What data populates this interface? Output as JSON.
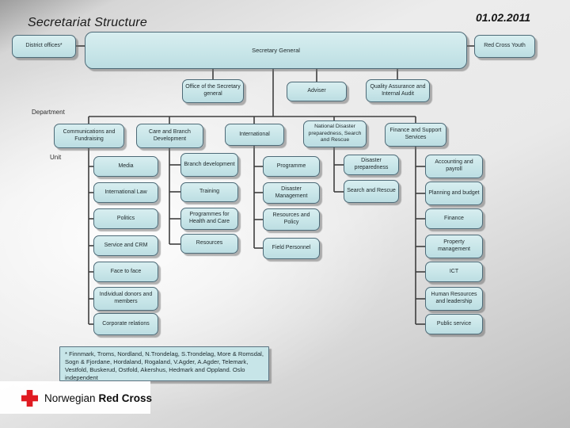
{
  "slide": {
    "title": "Secretariat Structure",
    "date": "01.02.2011"
  },
  "org": {
    "district_offices": "District offices*",
    "secretary_general": "Secretary General",
    "red_cross_youth": "Red Cross Youth",
    "office_of_sg": "Office of the Secretary general",
    "adviser": "Adviser",
    "quality_audit": "Quality Assurance and Internal Audit"
  },
  "row_labels": {
    "department": "Department",
    "unit": "Unit"
  },
  "departments": [
    {
      "name": "Communications and Fundraising",
      "units": [
        "Media",
        "International Law",
        "Politics",
        "Service and CRM",
        "Face to face",
        "Individual donors and members",
        "Corporate relations"
      ]
    },
    {
      "name": "Care and Branch Development",
      "units": [
        "Branch development",
        "Training",
        "Programmes for Health and Care",
        "Resources"
      ]
    },
    {
      "name": "International",
      "units": [
        "Programme",
        "Disaster Management",
        "Resources and Policy",
        "Field Personnel"
      ]
    },
    {
      "name": "National Disaster preparedness, Search and Rescue",
      "units": [
        "Disaster preparedness",
        "Search and Rescue"
      ]
    },
    {
      "name": "Finance and Support Services",
      "units": [
        "Accounting and payroll",
        "Planning and budget",
        "Finance",
        "Property management",
        "ICT",
        "Human Resources and leadership",
        "Public service"
      ]
    }
  ],
  "footnote": "* Finnmark, Troms, Nordland, N.Trondelag, S.Trondelag, More & Romsdal, Sogn & Fjordane, Hordaland, Rogaland, V.Agder, A.Agder, Telemark, Vestfold, Buskerud, Ostfold, Akershus, Hedmark and Oppland. Oslo independent",
  "logo": {
    "regular": "Norwegian",
    "bold": "Red Cross"
  },
  "colors": {
    "box_fill": "#c7e5e8",
    "box_border": "#4d6a77",
    "connector": "#3e3e3e",
    "cross_red": "#e01b22"
  }
}
